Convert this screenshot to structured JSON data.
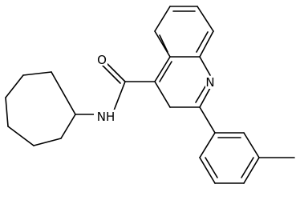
{
  "molecule": {
    "atoms": {
      "oxygen": "O",
      "amide_nitrogen": "NH",
      "ring_nitrogen": "N"
    }
  },
  "colors": {
    "background": "#ffffff",
    "ink": "#000000"
  }
}
